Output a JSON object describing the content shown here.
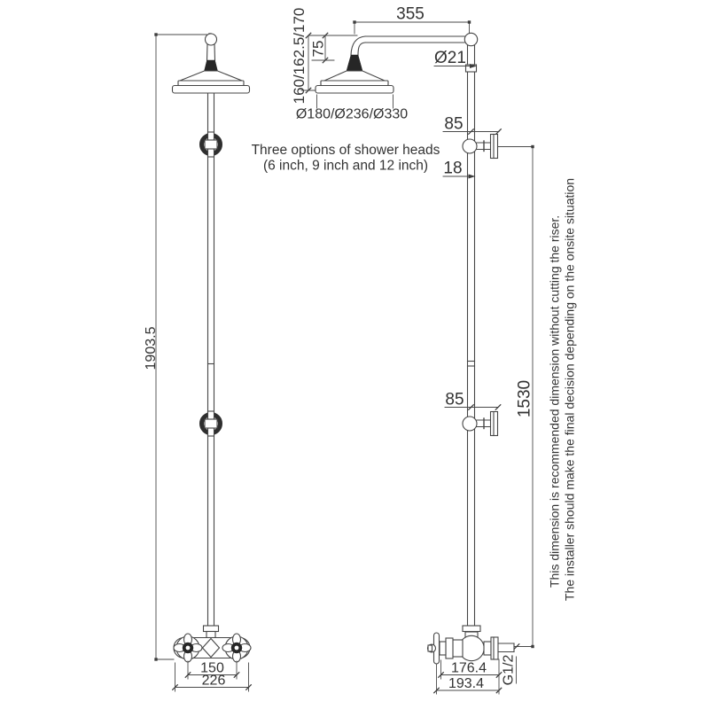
{
  "labels": {
    "front": {
      "overall_height": "1903.5",
      "handle_centers": "150",
      "valve_width": "226"
    },
    "head": {
      "arm_length": "355",
      "head_drop": "75",
      "head_height_options": "160/162.5/170",
      "head_diameter_options": "Ø180/Ø236/Ø330",
      "riser_diameter": "Ø21",
      "options_note_1": "Three options of shower heads",
      "options_note_2": "(6 inch, 9 inch and 12 inch)"
    },
    "side": {
      "bracket_offset_top": "85",
      "riser_joint_offset": "18",
      "bracket_offset_bottom": "85",
      "riser_length": "1530",
      "depth_to_handle": "176.4",
      "total_depth": "193.4",
      "outlet_thread": "G1/2"
    },
    "notes": {
      "riser_note_1": "This dimension is recommended dimension without cutting the riser.",
      "riser_note_2": "The installer should make the final decision depending on the onsite situation"
    }
  },
  "colors": {
    "line": "#454545",
    "text": "#333333",
    "dark_fill": "#262626",
    "background": "#ffffff"
  }
}
